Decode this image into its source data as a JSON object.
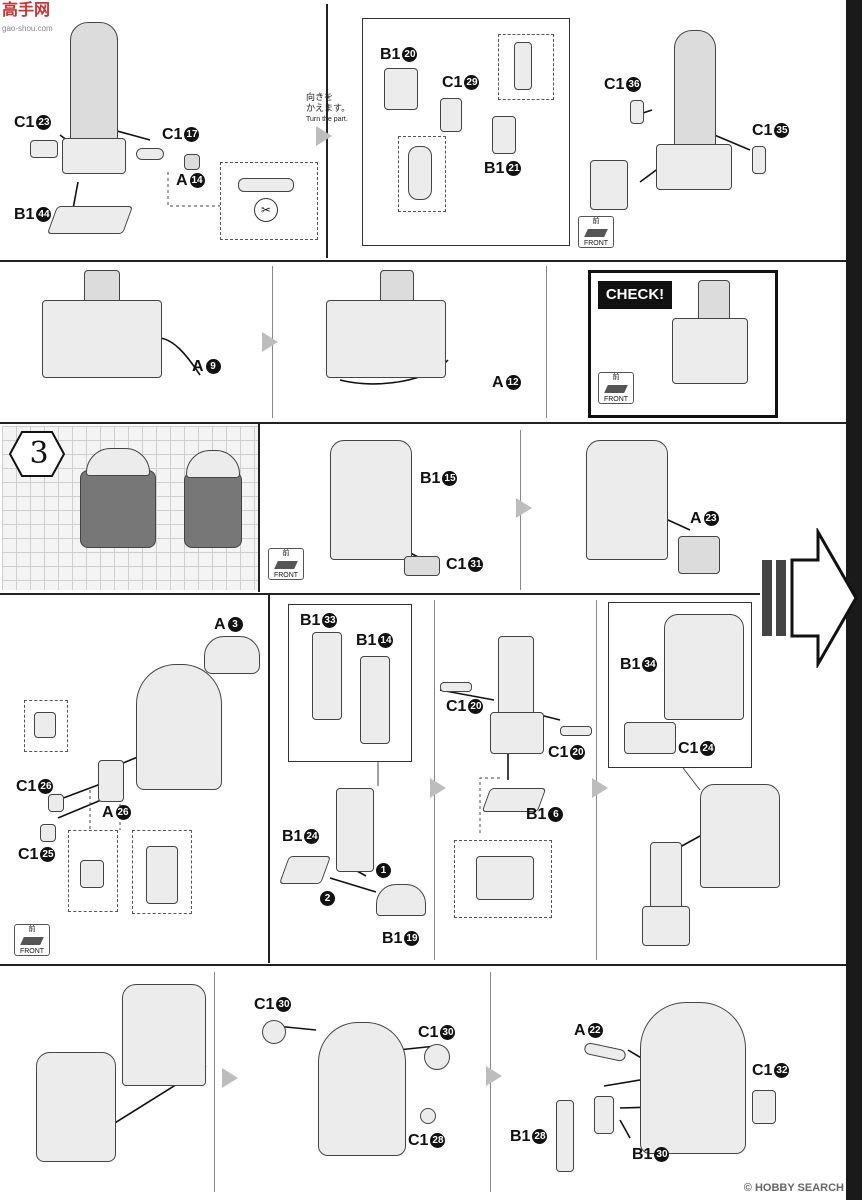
{
  "logo": {
    "text": "高手网",
    "sub": "gao-shou.com"
  },
  "turn_note": {
    "jp_line1": "向きを",
    "jp_line2": "かえます。",
    "en": "Turn the part."
  },
  "front_label": {
    "jp": "前",
    "en": "FRONT"
  },
  "check_label": "CHECK!",
  "step_number": "3",
  "watermark": "© HOBBY SEARCH",
  "parts": {
    "c1_23": {
      "code": "C1",
      "num": "23"
    },
    "c1_17": {
      "code": "C1",
      "num": "17"
    },
    "a_14": {
      "code": "A",
      "num": "14"
    },
    "b1_44": {
      "code": "B1",
      "num": "44"
    },
    "b1_20": {
      "code": "B1",
      "num": "20"
    },
    "c1_29": {
      "code": "C1",
      "num": "29"
    },
    "b1_21": {
      "code": "B1",
      "num": "21"
    },
    "c1_36": {
      "code": "C1",
      "num": "36"
    },
    "c1_35": {
      "code": "C1",
      "num": "35"
    },
    "a_9": {
      "code": "A",
      "num": "9"
    },
    "a_12": {
      "code": "A",
      "num": "12"
    },
    "b1_15": {
      "code": "B1",
      "num": "15"
    },
    "c1_31": {
      "code": "C1",
      "num": "31"
    },
    "a_23": {
      "code": "A",
      "num": "23"
    },
    "a_3": {
      "code": "A",
      "num": "3"
    },
    "c1_26": {
      "code": "C1",
      "num": "26"
    },
    "a_26": {
      "code": "A",
      "num": "26"
    },
    "c1_25": {
      "code": "C1",
      "num": "25"
    },
    "b1_33": {
      "code": "B1",
      "num": "33"
    },
    "b1_14": {
      "code": "B1",
      "num": "14"
    },
    "b1_24": {
      "code": "B1",
      "num": "24"
    },
    "b1_19": {
      "code": "B1",
      "num": "19"
    },
    "c1_20a": {
      "code": "C1",
      "num": "20"
    },
    "c1_20b": {
      "code": "C1",
      "num": "20"
    },
    "b1_6": {
      "code": "B1",
      "num": "6"
    },
    "b1_34": {
      "code": "B1",
      "num": "34"
    },
    "c1_24": {
      "code": "C1",
      "num": "24"
    },
    "c1_30a": {
      "code": "C1",
      "num": "30"
    },
    "c1_30b": {
      "code": "C1",
      "num": "30"
    },
    "c1_28": {
      "code": "C1",
      "num": "28"
    },
    "a_22": {
      "code": "A",
      "num": "22"
    },
    "c1_32": {
      "code": "C1",
      "num": "32"
    },
    "b1_28": {
      "code": "B1",
      "num": "28"
    },
    "b1_30": {
      "code": "B1",
      "num": "30"
    }
  },
  "order_marks": {
    "first": "1",
    "second": "2"
  }
}
